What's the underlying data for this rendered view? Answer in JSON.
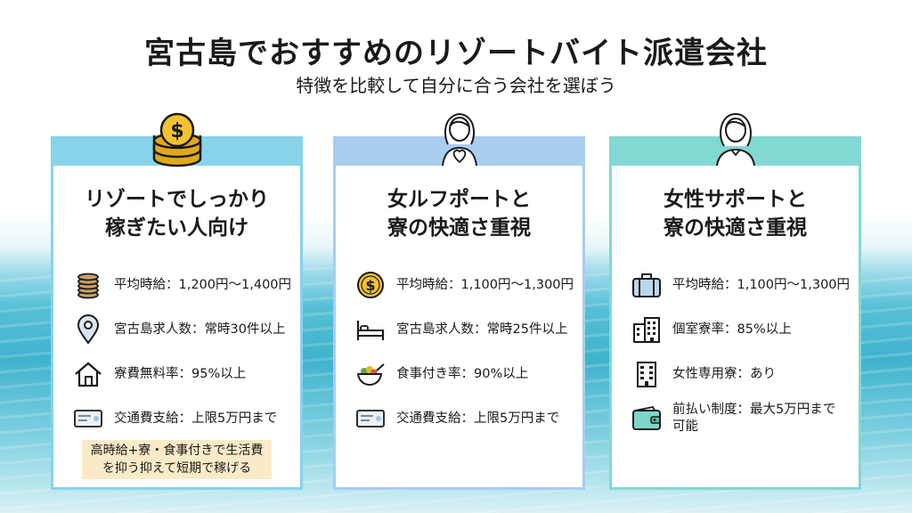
{
  "title": "宮古島でおすすめのリゾートバイト派遣会社",
  "subtitle": "特徴を比較して自分に合う会社を選ぼう",
  "cards": [
    {
      "icon": "coin-stack-icon",
      "heading_line1": "リゾートでしっかり",
      "heading_line2": "稼ぎたい人向け",
      "rows": [
        {
          "icon": "coins-icon",
          "text": "平均時給：1,200円〜1,400円"
        },
        {
          "icon": "location-pin-icon",
          "text": "宮古島求人数：常時30件以上"
        },
        {
          "icon": "house-icon",
          "text": "寮費無料率：95%以上"
        },
        {
          "icon": "ticket-icon",
          "text": "交通費支給：上限5万円まで"
        }
      ],
      "note_line1": "高時給+寮・食事付きで生活費",
      "note_line2": "を抑う抑えて短期で稼げる"
    },
    {
      "icon": "woman-heart-icon",
      "heading_line1": "女ルフポートと",
      "heading_line2": "寮の快適さ重視",
      "rows": [
        {
          "icon": "dollar-coin-icon",
          "text": "平均時給：1,100円〜1,300円"
        },
        {
          "icon": "bed-icon",
          "text": "宮古島求人数：常時25件以上"
        },
        {
          "icon": "meal-bowl-icon",
          "text": "食事付き率：90%以上"
        },
        {
          "icon": "ticket-icon",
          "text": "交通費支給：上限5万円まで"
        }
      ]
    },
    {
      "icon": "woman-icon",
      "heading_line1": "女性サポートと",
      "heading_line2": "寮の快適さ重視",
      "rows": [
        {
          "icon": "suitcase-icon",
          "text": "平均時給：1,100円〜1,300円"
        },
        {
          "icon": "building-icon",
          "text": "個室寮率：85%以上"
        },
        {
          "icon": "dormitory-icon",
          "text": "女性専用寮：あり"
        },
        {
          "icon": "wallet-icon",
          "text": "前払い制度：最大5万円まで",
          "text2": "可能"
        }
      ]
    }
  ]
}
